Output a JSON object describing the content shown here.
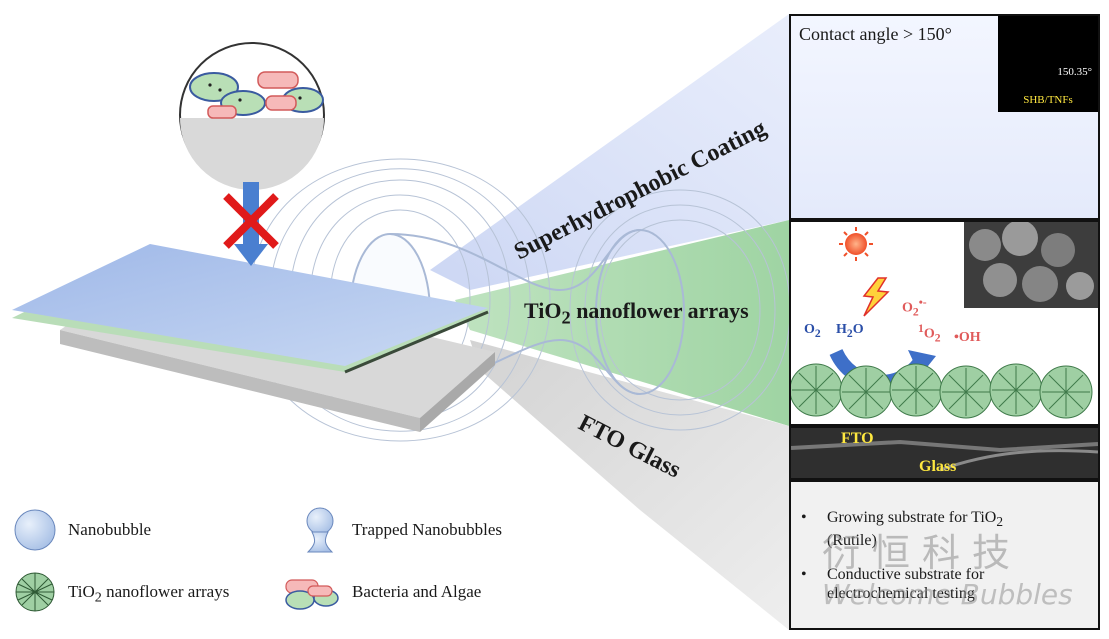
{
  "layers": {
    "superhydrophobic": "Superhydrophobic Coating",
    "tio2_prefix": "TiO",
    "tio2_sub": "2",
    "tio2_suffix": " nanoflower arrays",
    "fto": "FTO Glass"
  },
  "contact_panel": {
    "title": "Contact angle > 150°",
    "angle": "150.35°",
    "caption": "SHB/TNFs"
  },
  "photocatalysis_panel": {
    "o2": "O",
    "o2_sub": "2",
    "h2o_a": "H",
    "h2o_sub": "2",
    "h2o_b": "O",
    "superoxide": "O",
    "superoxide_sub": "2",
    "superoxide_sup": "•-",
    "singlet_sup": "1",
    "singlet": "O",
    "singlet_sub": "2",
    "hydroxyl": "•OH"
  },
  "sem_panel": {
    "fto": "FTO",
    "glass": "Glass"
  },
  "bullets": {
    "item1_a": "Growing substrate for TiO",
    "item1_sub": "2",
    "item1_b": "(Rutile)",
    "item2": "Conductive substrate for electrochemical testing",
    "marker": "•"
  },
  "legend": {
    "nanobubble": "Nanobubble",
    "trapped": "Trapped Nanobubbles",
    "tio2_prefix": "TiO",
    "tio2_sub": "2",
    "tio2_suffix": " nanoflower arrays",
    "bacteria": "Bacteria  and Algae"
  },
  "watermark": {
    "cn": "衍恒科技",
    "en": "Welcome Bubbles"
  },
  "colors": {
    "blue_layer": "#a9bee6",
    "green_layer": "#b9ddb8",
    "grey_layer": "#cfcfcf",
    "arrow_blue": "#4a7fd0",
    "cross_red": "#e01a1a",
    "bubble_fill": "#c7d8f1",
    "ray_green": "#9ed6a2"
  }
}
